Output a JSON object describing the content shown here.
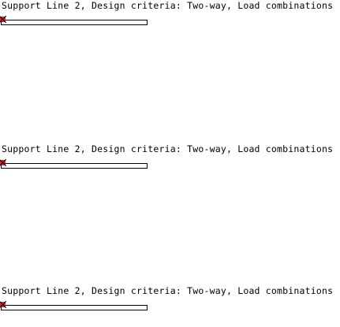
{
  "panels": [
    {
      "caption": "Support Line 2, Design criteria: Two-way, Load combinations"
    },
    {
      "caption": "Support Line 2, Design criteria: Two-way, Load combinations"
    },
    {
      "caption": "Support Line 2, Design criteria: Two-way, Load combinations"
    }
  ],
  "colors": {
    "line": "#000000",
    "support_marker": "#d0021b",
    "background": "#ffffff"
  },
  "icons": {
    "support": "support-marker-icon"
  }
}
